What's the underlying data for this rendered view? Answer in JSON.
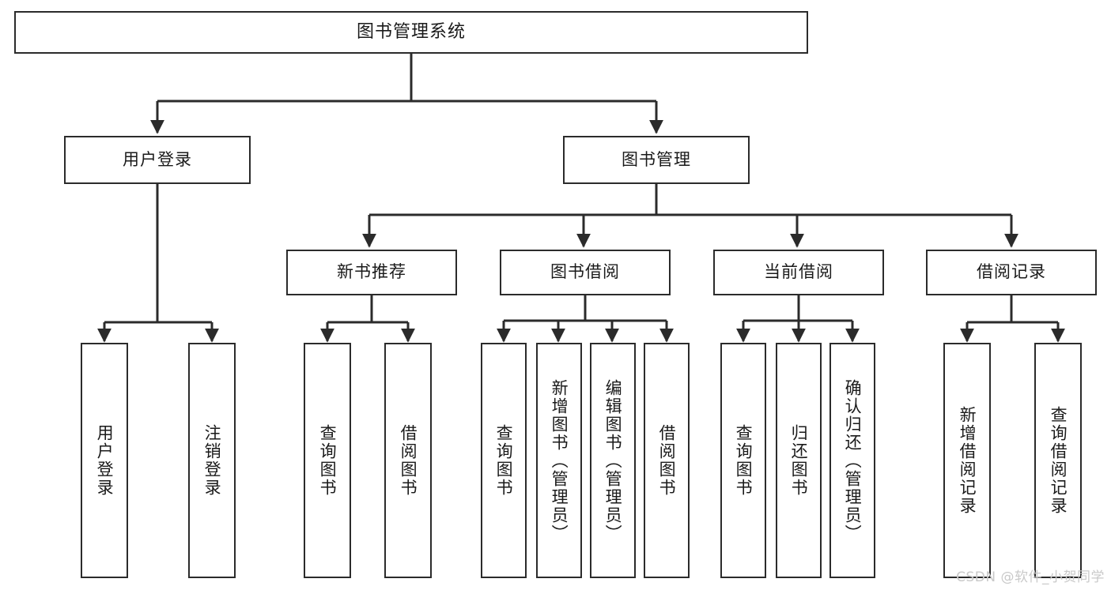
{
  "diagram": {
    "title": "图书管理系统",
    "type": "tree",
    "watermark": "CSDN @软件_小贺同学",
    "colors": {
      "node_border": "#2b2b2b",
      "node_fill": "#ffffff",
      "edge": "#2b2b2b",
      "text": "#1a1a1a",
      "watermark": "#c9c9c9"
    },
    "nodes": {
      "root": {
        "label": "图书管理系统"
      },
      "level2": [
        {
          "id": "user-login",
          "label": "用户登录"
        },
        {
          "id": "book-manage",
          "label": "图书管理"
        }
      ],
      "level3": [
        {
          "id": "new-book-recommend",
          "label": "新书推荐"
        },
        {
          "id": "book-borrow",
          "label": "图书借阅"
        },
        {
          "id": "current-borrow",
          "label": "当前借阅"
        },
        {
          "id": "borrow-record",
          "label": "借阅记录"
        }
      ],
      "leaves": {
        "user-login": [
          {
            "id": "leaf-user-login",
            "label": "用户登录"
          },
          {
            "id": "leaf-logout",
            "label": "注销登录"
          }
        ],
        "new-book-recommend": [
          {
            "id": "leaf-query-book-1",
            "label": "查询图书"
          },
          {
            "id": "leaf-borrow-book-1",
            "label": "借阅图书"
          }
        ],
        "book-borrow": [
          {
            "id": "leaf-query-book-2",
            "label": "查询图书"
          },
          {
            "id": "leaf-add-book",
            "label": "新增图书（管理员）"
          },
          {
            "id": "leaf-edit-book",
            "label": "编辑图书（管理员）"
          },
          {
            "id": "leaf-borrow-book-2",
            "label": "借阅图书"
          }
        ],
        "current-borrow": [
          {
            "id": "leaf-query-book-3",
            "label": "查询图书"
          },
          {
            "id": "leaf-return-book",
            "label": "归还图书"
          },
          {
            "id": "leaf-confirm-return",
            "label": "确认归还（管理员）"
          }
        ],
        "borrow-record": [
          {
            "id": "leaf-add-record",
            "label": "新增借阅记录"
          },
          {
            "id": "leaf-query-record",
            "label": "查询借阅记录"
          }
        ]
      }
    }
  }
}
